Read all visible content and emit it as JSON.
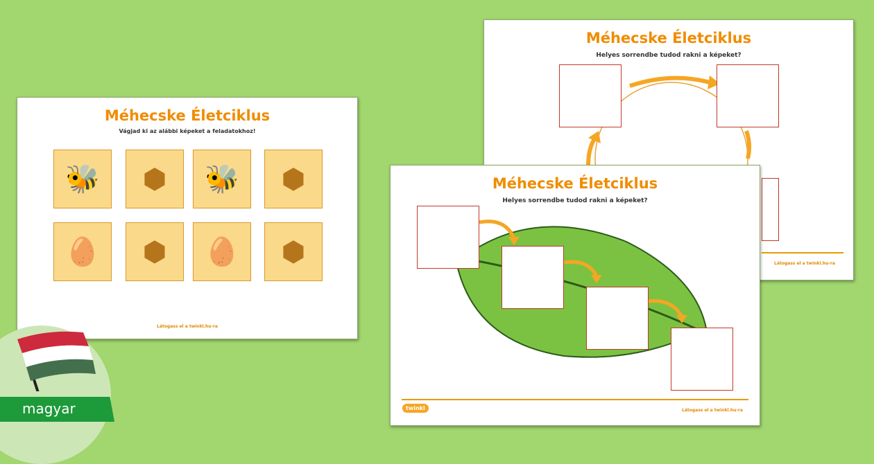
{
  "title": "Méhecske Életciklus",
  "sheet_cut": {
    "subtitle": "Vágjad ki az alábbi képeket a feladatokhoz!",
    "footer": "Látogass el a twinkl.hu-ra",
    "cards": [
      {
        "icon": "bee-icon",
        "glyph": "🐝"
      },
      {
        "icon": "honeycomb-larvae-icon",
        "glyph": "⬢"
      },
      {
        "icon": "bee-icon",
        "glyph": "🐝"
      },
      {
        "icon": "honeycomb-larvae-icon",
        "glyph": "⬢"
      },
      {
        "icon": "pupa-icon",
        "glyph": "🥚"
      },
      {
        "icon": "honeycomb-eggs-icon",
        "glyph": "⬢"
      },
      {
        "icon": "pupa-icon",
        "glyph": "🥚"
      },
      {
        "icon": "honeycomb-eggs-icon",
        "glyph": "⬢"
      }
    ]
  },
  "sheet_cycle": {
    "subtitle": "Helyes sorrendbe tudod rakni a képeket?",
    "footer": "Látogass el a twinkl.hu-ra"
  },
  "sheet_leaf": {
    "subtitle": "Helyes sorrendbe tudod rakni a képeket?",
    "footer": "Látogass el a twinkl.hu-ra",
    "logo": "twinkl"
  },
  "language_label": "magyar",
  "colors": {
    "background": "#a2d66f",
    "accent": "#f08c00"
  }
}
